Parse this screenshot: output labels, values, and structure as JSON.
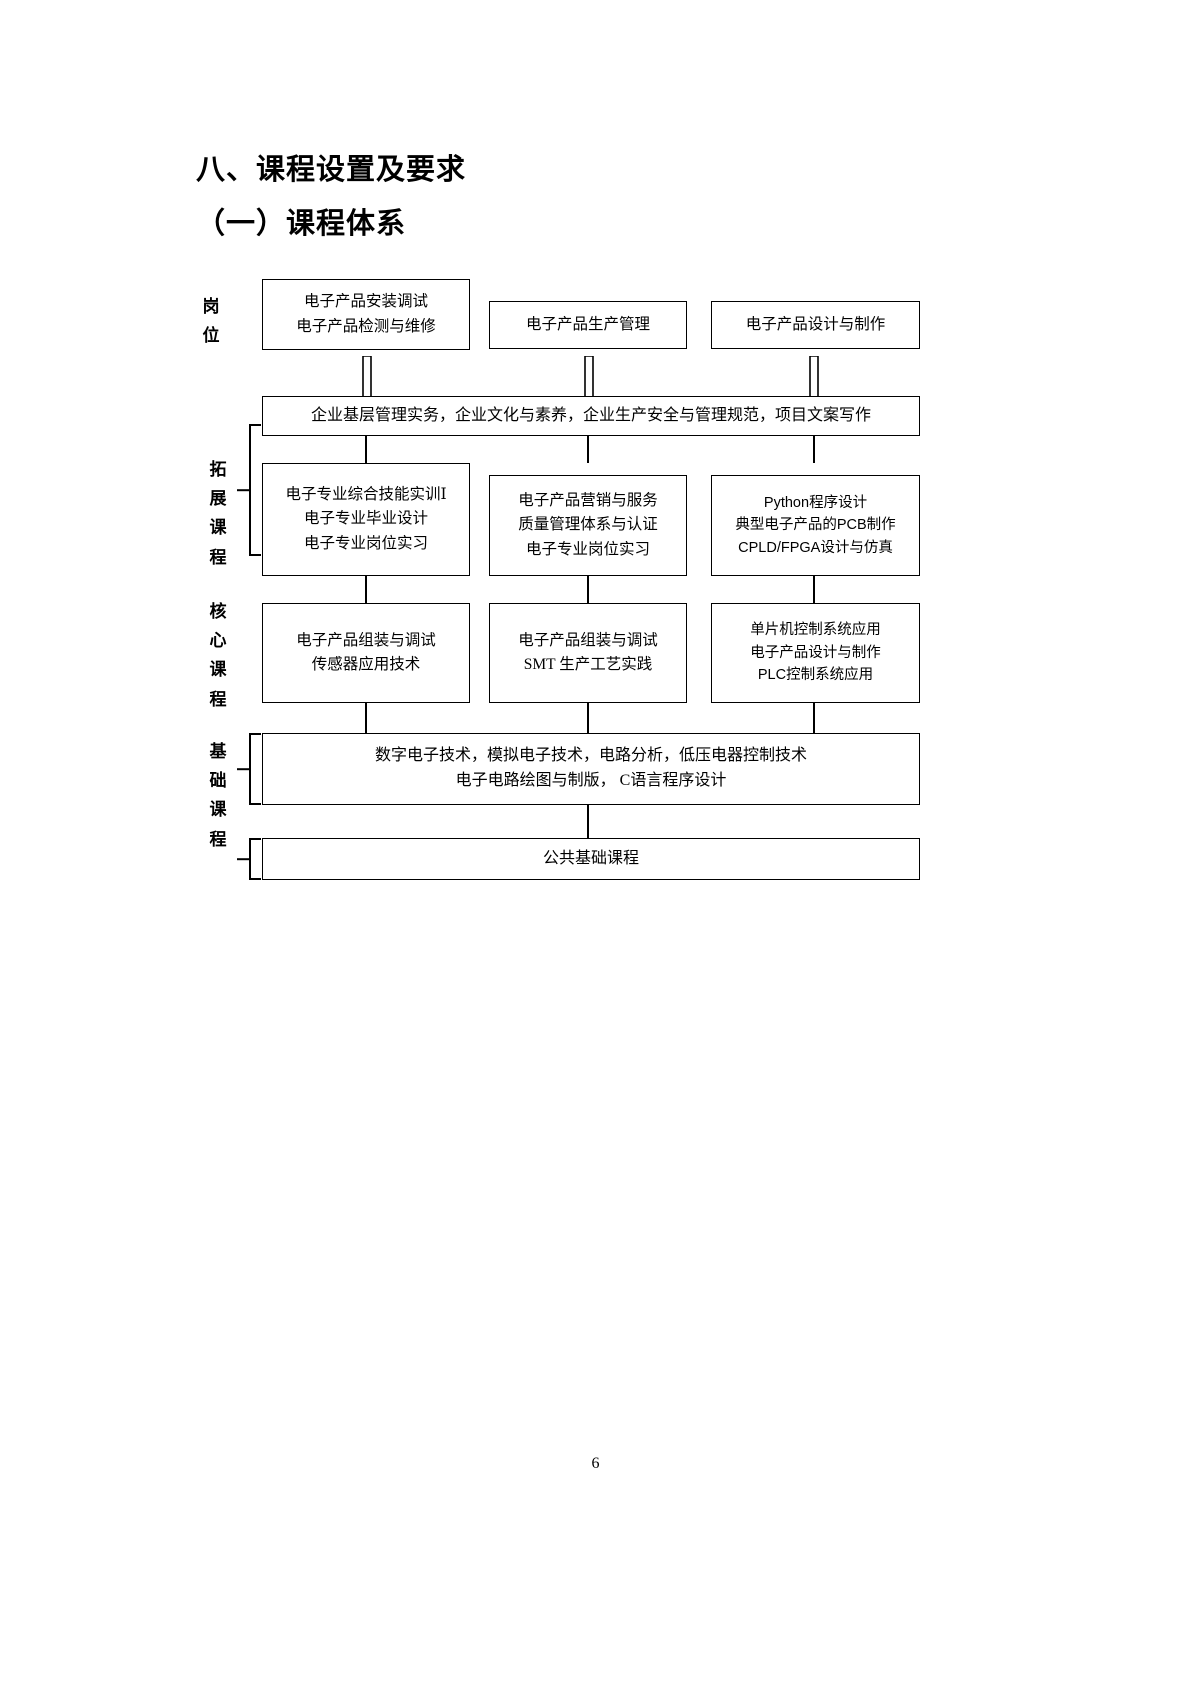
{
  "document": {
    "heading_main": "八、课程设置及要求",
    "heading_sub": "（一）课程体系",
    "page_number": "6"
  },
  "diagram": {
    "title": "课程体系",
    "row_labels": {
      "positions": "岗位",
      "extension": "拓展课程",
      "core": "核心课程",
      "foundation": "基础课程"
    },
    "positions_row": [
      {
        "lines": [
          "电子产品安装调试",
          "电子产品检测与维修"
        ]
      },
      {
        "lines": [
          "电子产品生产管理"
        ]
      },
      {
        "lines": [
          "电子产品设计与制作"
        ]
      }
    ],
    "banner": {
      "text": "企业基层管理实务，企业文化与素养，企业生产安全与管理规范，项目文案写作"
    },
    "extension_row": [
      {
        "lines": [
          "电子专业综合技能实训Ⅰ",
          "电子专业毕业设计",
          "电子专业岗位实习"
        ]
      },
      {
        "lines": [
          "电子产品营销与服务",
          "质量管理体系与认证",
          "电子专业岗位实习"
        ]
      },
      {
        "lines": [
          "Python程序设计",
          "典型电子产品的PCB制作",
          "CPLD/FPGA设计与仿真"
        ],
        "sans": true
      }
    ],
    "core_row": [
      {
        "lines": [
          "电子产品组装与调试",
          "传感器应用技术"
        ]
      },
      {
        "lines": [
          "电子产品组装与调试",
          "SMT 生产工艺实践"
        ]
      },
      {
        "lines": [
          "单片机控制系统应用",
          "电子产品设计与制作",
          "PLC控制系统应用"
        ],
        "sans": true
      }
    ],
    "foundation_rows": [
      {
        "lines": [
          "数字电子技术，模拟电子技术，电路分析，低压电器控制技术",
          "电子电路绘图与制版， C语言程序设计"
        ]
      },
      {
        "lines": [
          "公共基础课程"
        ]
      }
    ],
    "colors": {
      "line": "#000000",
      "background": "#ffffff"
    }
  }
}
